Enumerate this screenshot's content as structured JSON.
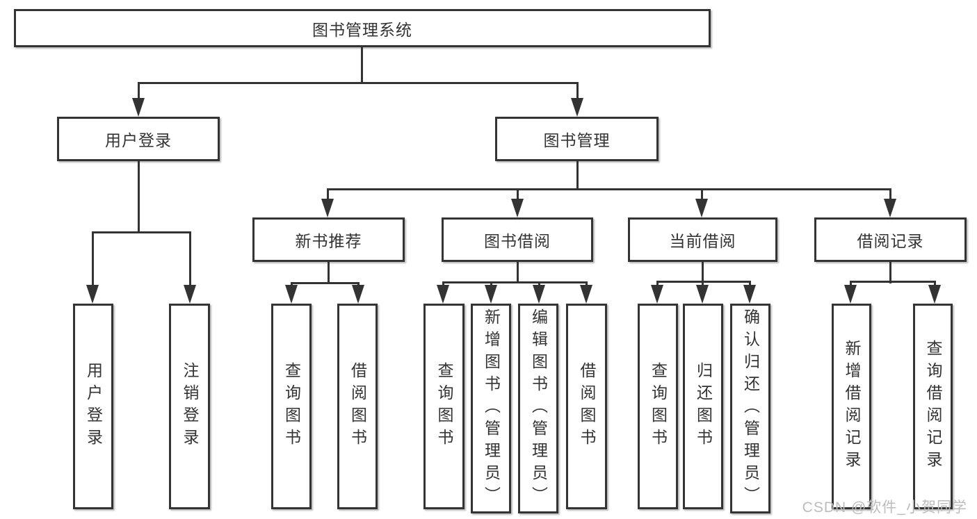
{
  "tree": {
    "root": {
      "label": "图书管理系统"
    },
    "children": [
      {
        "label": "用户登录",
        "children": [
          {
            "label": "用户登录"
          },
          {
            "label": "注销登录"
          }
        ]
      },
      {
        "label": "图书管理",
        "children": [
          {
            "label": "新书推荐",
            "children": [
              {
                "label": "查询图书"
              },
              {
                "label": "借阅图书"
              }
            ]
          },
          {
            "label": "图书借阅",
            "children": [
              {
                "label": "查询图书"
              },
              {
                "label": "新增图书（管理员）"
              },
              {
                "label": "编辑图书（管理员）"
              },
              {
                "label": "借阅图书"
              }
            ]
          },
          {
            "label": "当前借阅",
            "children": [
              {
                "label": "查询图书"
              },
              {
                "label": "归还图书"
              },
              {
                "label": "确认归还（管理员）"
              }
            ]
          },
          {
            "label": "借阅记录",
            "children": [
              {
                "label": "新增借阅记录"
              },
              {
                "label": "查询借阅记录"
              }
            ]
          }
        ]
      }
    ]
  },
  "watermark": "CSDN @软件_小贺同学",
  "colors": {
    "line": "#333333",
    "box_border": "#343434",
    "text": "#333333",
    "watermark": "#bcbcbc",
    "background": "#ffffff"
  }
}
